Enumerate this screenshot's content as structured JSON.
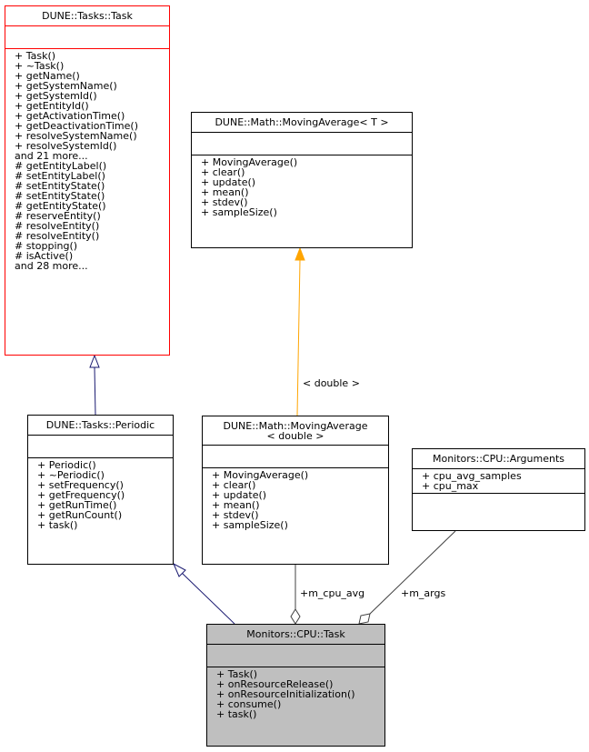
{
  "classes": {
    "task_base": {
      "name": "DUNE::Tasks::Task",
      "attributes": [],
      "methods": [
        "+ Task()",
        "+ ~Task()",
        "+ getName()",
        "+ getSystemName()",
        "+ getSystemId()",
        "+ getEntityId()",
        "+ getActivationTime()",
        "+ getDeactivationTime()",
        "+ resolveSystemName()",
        "+ resolveSystemId()",
        "and 21 more...",
        "# getEntityLabel()",
        "# setEntityLabel()",
        "# setEntityState()",
        "# setEntityState()",
        "# getEntityState()",
        "# reserveEntity()",
        "# resolveEntity()",
        "# resolveEntity()",
        "# stopping()",
        "# isActive()",
        "and 28 more..."
      ]
    },
    "moving_average_t": {
      "name": "DUNE::Math::MovingAverage< T >",
      "attributes": [],
      "methods": [
        "+ MovingAverage()",
        "+ clear()",
        "+ update()",
        "+ mean()",
        "+ stdev()",
        "+ sampleSize()"
      ]
    },
    "periodic": {
      "name": "DUNE::Tasks::Periodic",
      "attributes": [],
      "methods": [
        "+ Periodic()",
        "+ ~Periodic()",
        "+ setFrequency()",
        "+ getFrequency()",
        "+ getRunTime()",
        "+ getRunCount()",
        "+ task()"
      ]
    },
    "moving_average_double": {
      "name_line1": "DUNE::Math::MovingAverage",
      "name_line2": "< double >",
      "attributes": [],
      "methods": [
        "+ MovingAverage()",
        "+ clear()",
        "+ update()",
        "+ mean()",
        "+ stdev()",
        "+ sampleSize()"
      ]
    },
    "arguments": {
      "name": "Monitors::CPU::Arguments",
      "attributes": [
        "+ cpu_avg_samples",
        "+ cpu_max"
      ],
      "methods": []
    },
    "cpu_task": {
      "name": "Monitors::CPU::Task",
      "attributes": [],
      "methods": [
        "+ Task()",
        "+ onResourceRelease()",
        "+ onResourceInitialization()",
        "+ consume()",
        "+ task()"
      ]
    }
  },
  "edges": {
    "template_label": "< double >",
    "m_cpu_avg_label": "+m_cpu_avg",
    "m_args_label": "+m_args"
  },
  "colors": {
    "inheritance": "#191970",
    "template": "#ffa500",
    "aggregation": "#404040",
    "highlight_border": "#ff0000",
    "focus_fill": "#bfbfbf"
  }
}
